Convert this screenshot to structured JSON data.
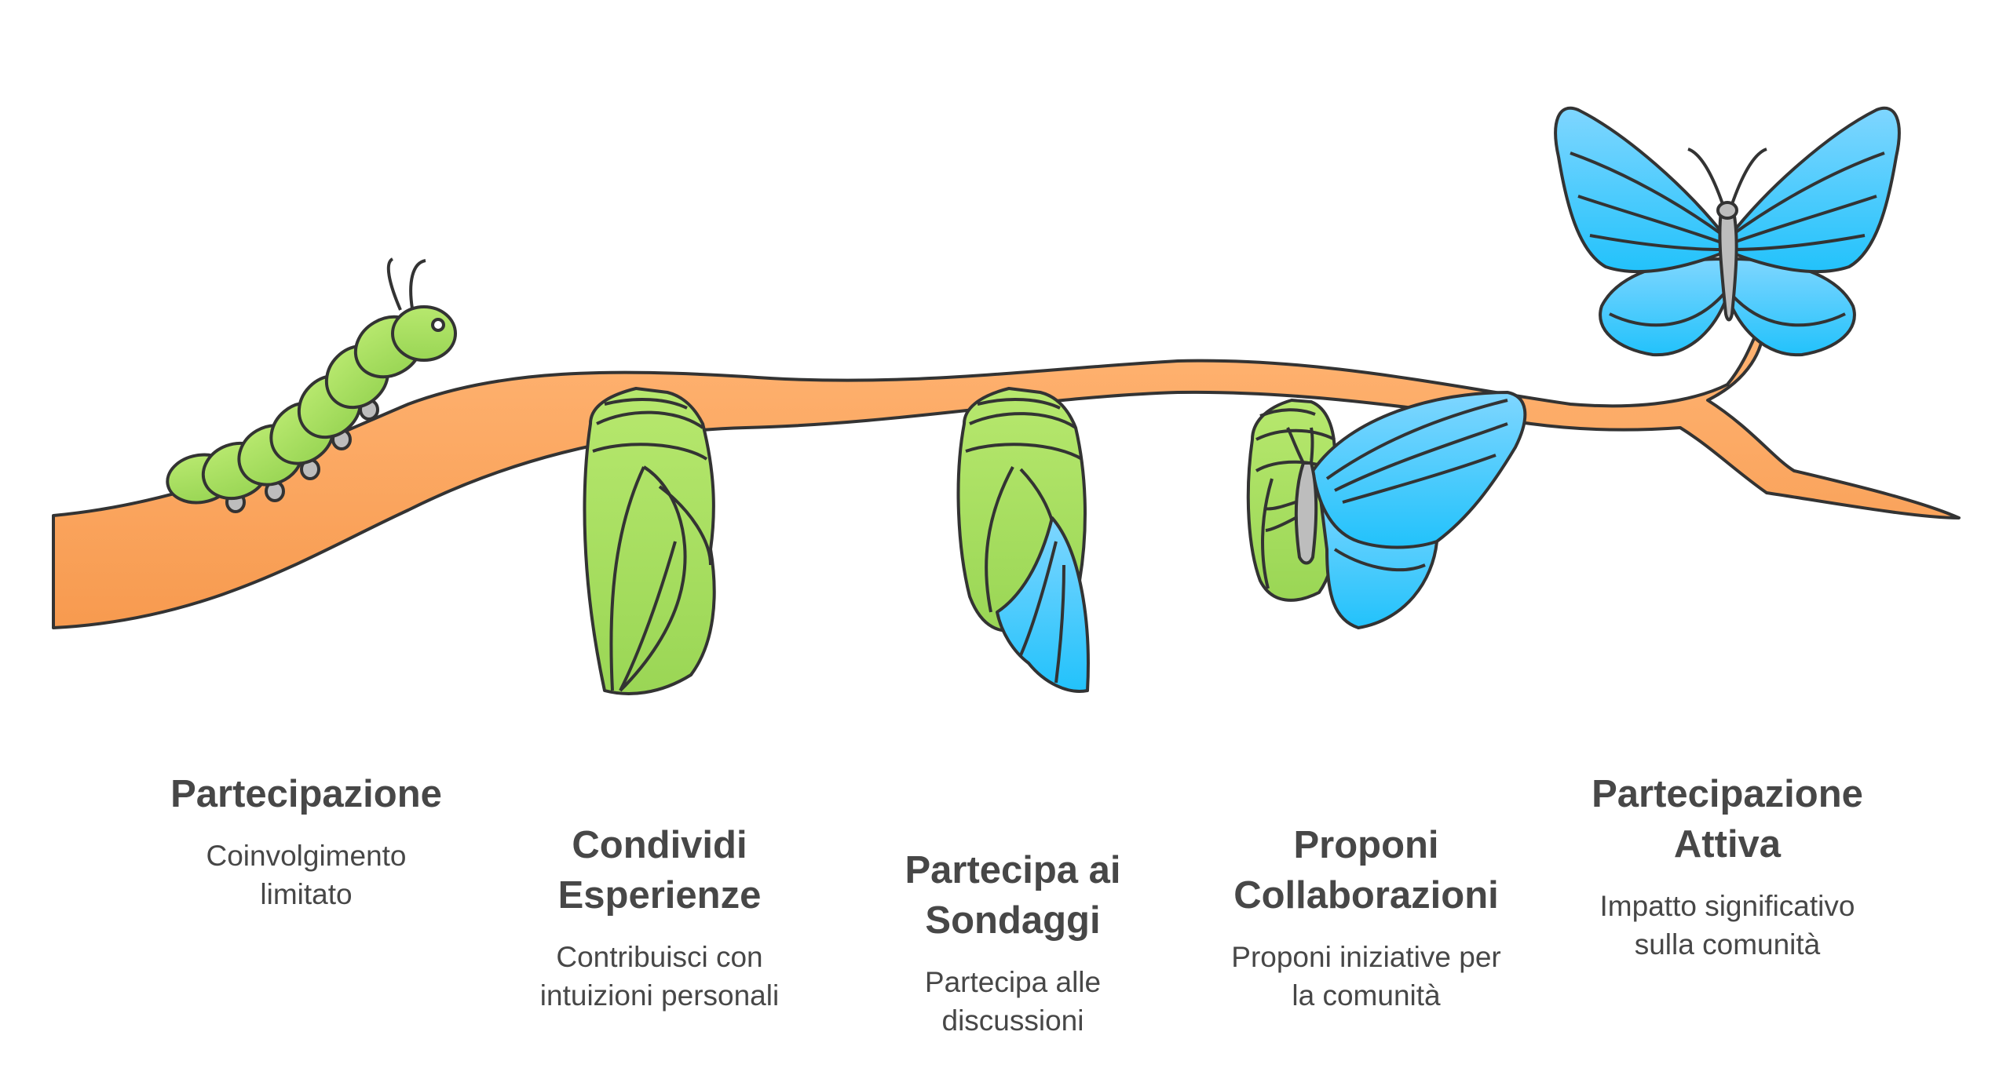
{
  "colors": {
    "branch": "#FFA860",
    "branch_dark": "#F39A52",
    "outline": "#333333",
    "green": "#A8E063",
    "green_light": "#C5EE8A",
    "blue": "#36C3FA",
    "blue_light": "#7FD9FF",
    "gray": "#BDBDBD",
    "text": "#474747"
  },
  "stages": [
    {
      "icon": "caterpillar-icon",
      "title_lines": [
        "Partecipazione"
      ],
      "desc_lines": [
        "Coinvolgimento",
        "limitato"
      ]
    },
    {
      "icon": "chrysalis-icon",
      "title_lines": [
        "Condividi",
        "Esperienze"
      ],
      "desc_lines": [
        "Contribuisci con",
        "intuizioni personali"
      ]
    },
    {
      "icon": "chrysalis-wing-icon",
      "title_lines": [
        "Partecipa ai",
        "Sondaggi"
      ],
      "desc_lines": [
        "Partecipa alle",
        "discussioni"
      ]
    },
    {
      "icon": "emerging-butterfly-icon",
      "title_lines": [
        "Proponi",
        "Collaborazioni"
      ],
      "desc_lines": [
        "Proponi iniziative per",
        "la comunità"
      ]
    },
    {
      "icon": "butterfly-icon",
      "title_lines": [
        "Partecipazione",
        "Attiva"
      ],
      "desc_lines": [
        "Impatto significativo",
        "sulla comunità"
      ]
    }
  ]
}
